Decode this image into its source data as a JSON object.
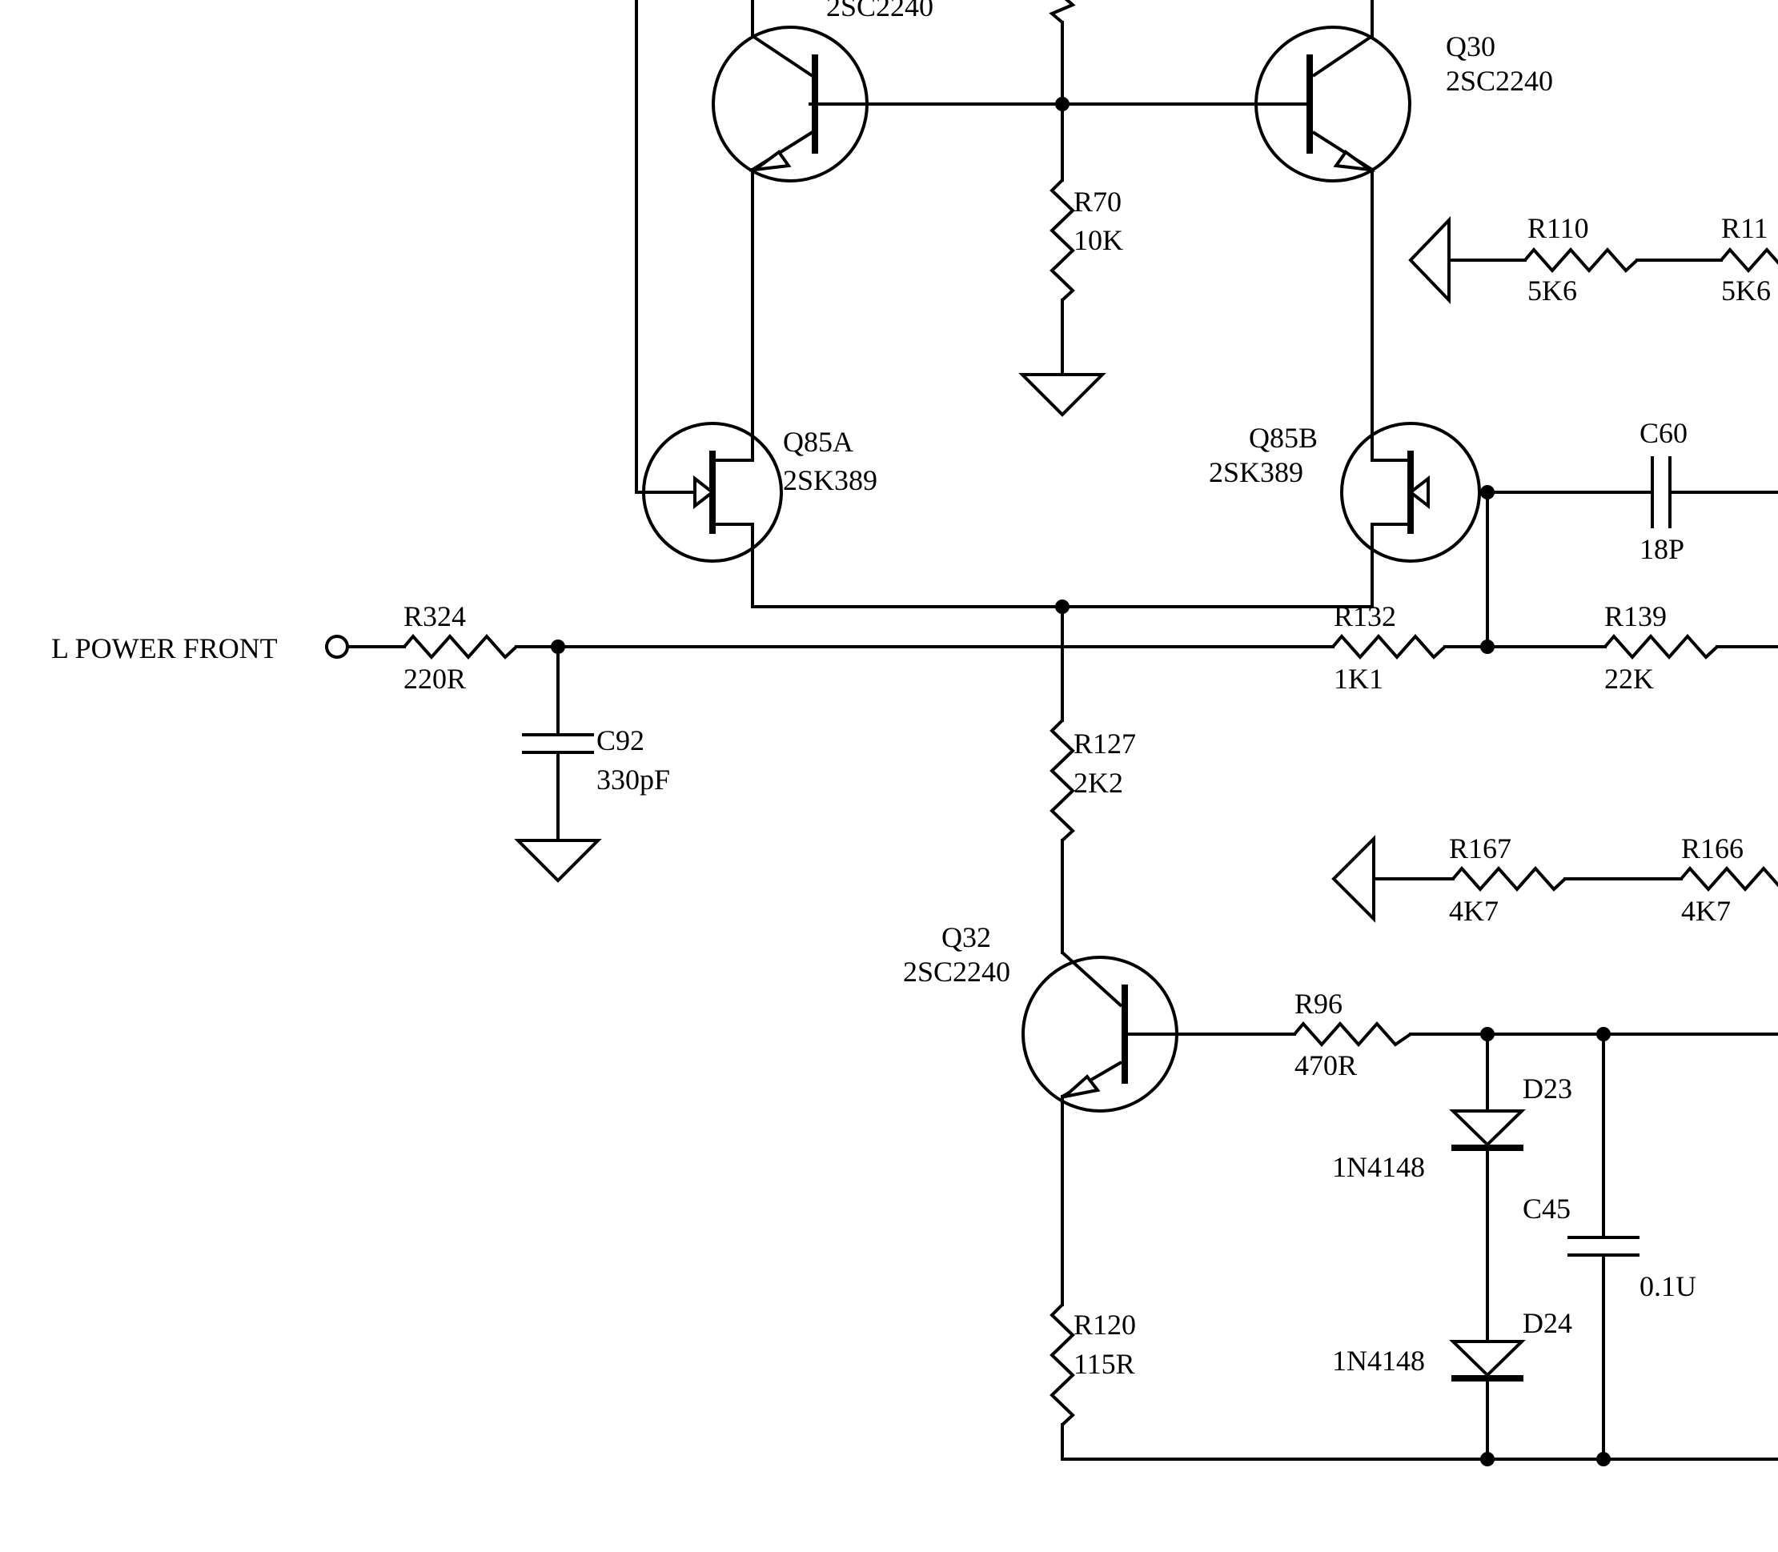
{
  "colors": {
    "ink": "#000000",
    "background": "#ffffff"
  },
  "input": {
    "label": "L POWER FRONT"
  },
  "components": {
    "Q_top_left": {
      "part": "2SC2240"
    },
    "Q30": {
      "ref": "Q30",
      "part": "2SC2240"
    },
    "R70": {
      "ref": "R70",
      "value": "10K"
    },
    "Q85A": {
      "ref": "Q85A",
      "part": "2SK389"
    },
    "Q85B": {
      "ref": "Q85B",
      "part": "2SK389"
    },
    "R110": {
      "ref": "R110",
      "value": "5K6"
    },
    "R111": {
      "ref": "R11",
      "value": "5K6"
    },
    "C60": {
      "ref": "C60",
      "value": "18P"
    },
    "R324": {
      "ref": "R324",
      "value": "220R"
    },
    "C92": {
      "ref": "C92",
      "value": "330pF"
    },
    "R132": {
      "ref": "R132",
      "value": "1K1"
    },
    "R139": {
      "ref": "R139",
      "value": "22K"
    },
    "R127": {
      "ref": "R127",
      "value": "2K2"
    },
    "R167": {
      "ref": "R167",
      "value": "4K7"
    },
    "R166": {
      "ref": "R166",
      "value": "4K7"
    },
    "Q32": {
      "ref": "Q32",
      "part": "2SC2240"
    },
    "R96": {
      "ref": "R96",
      "value": "470R"
    },
    "D23": {
      "ref": "D23",
      "part": "1N4148"
    },
    "D24": {
      "ref": "D24",
      "part": "1N4148"
    },
    "C45": {
      "ref": "C45",
      "value": "0.1U"
    },
    "R120": {
      "ref": "R120",
      "value": "115R"
    }
  }
}
